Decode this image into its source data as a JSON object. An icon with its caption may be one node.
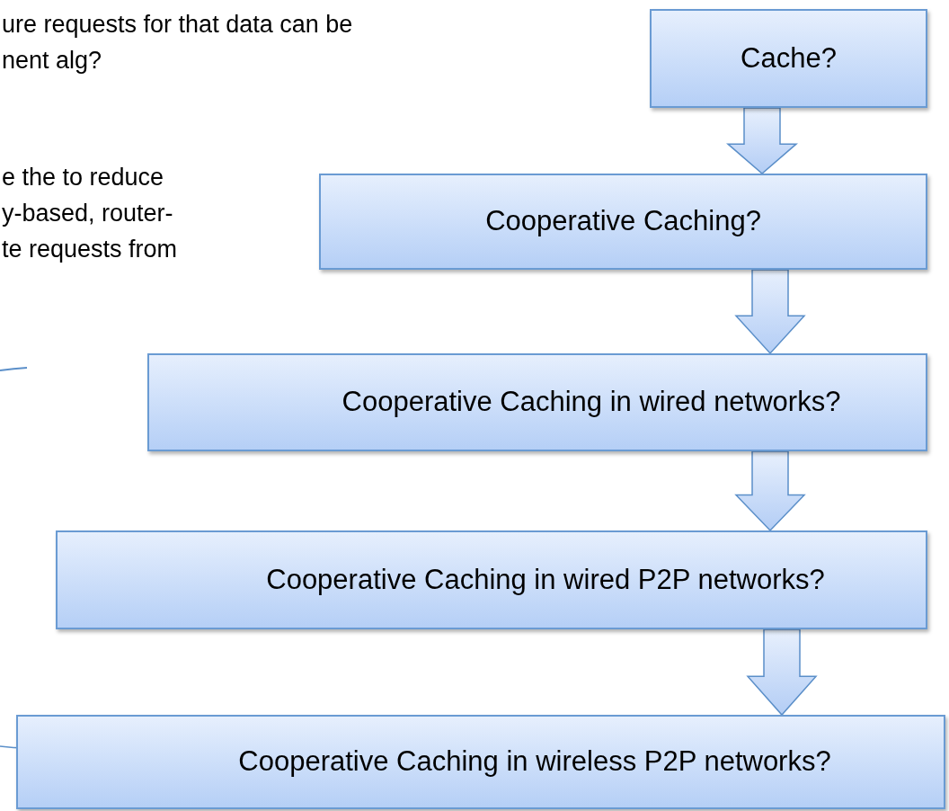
{
  "diagram": {
    "nodes": [
      {
        "text": [
          "Cache?"
        ]
      },
      {
        "text": [
          "Cooperative Caching?"
        ]
      },
      {
        "text": [
          "Cooperative Caching in wired networks?"
        ]
      },
      {
        "text": [
          "Cooperative Caching in wired P2P networks?"
        ]
      },
      {
        "text": [
          "Cooperative Caching in wireless P2P networks?"
        ]
      }
    ],
    "edges": [
      {
        "from": 0,
        "to": 1,
        "arrow": "to"
      },
      {
        "from": 1,
        "to": 2,
        "arrow": "to"
      },
      {
        "from": 2,
        "to": 3,
        "arrow": "to"
      },
      {
        "from": 3,
        "to": 4,
        "arrow": "to"
      }
    ],
    "labels": [
      "ure requests for that data can be",
      "nent alg?",
      "e the to reduce",
      "y-based, router-",
      "te requests from"
    ]
  }
}
